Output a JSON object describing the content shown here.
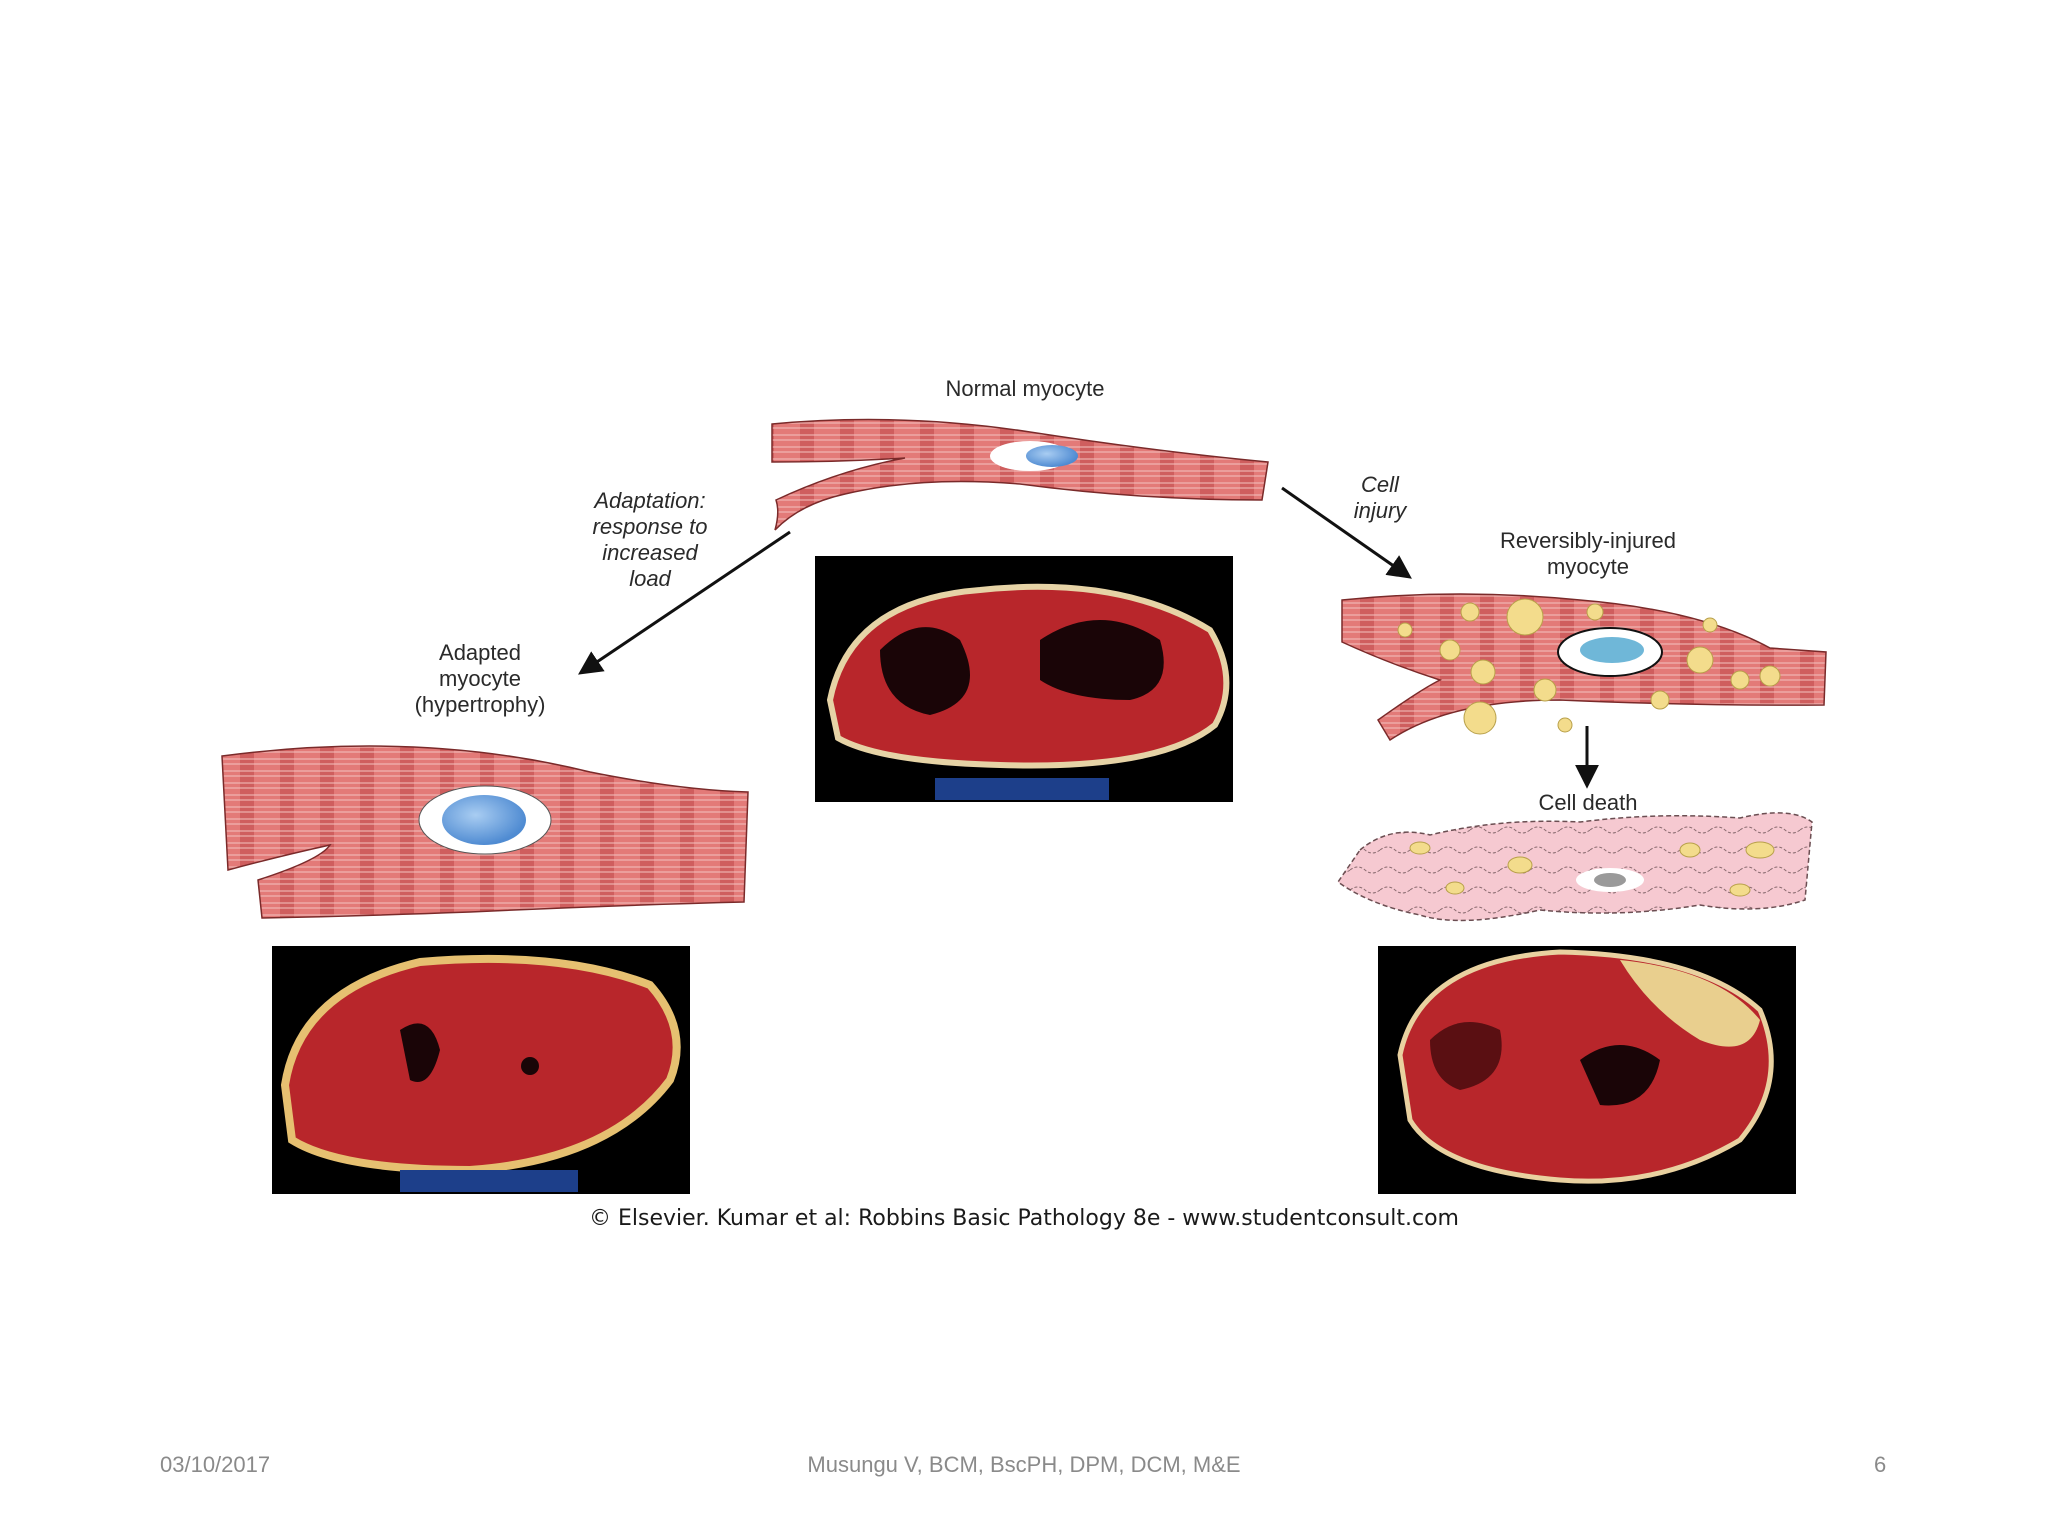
{
  "diagram": {
    "normal_label": "Normal myocyte",
    "adaptation_label": [
      "Adaptation:",
      "response to",
      "increased",
      "load"
    ],
    "injury_label": [
      "Cell",
      "injury"
    ],
    "adapted_label": [
      "Adapted",
      "myocyte",
      "(hypertrophy)"
    ],
    "reversible_label": [
      "Reversibly-injured",
      "myocyte"
    ],
    "death_label": "Cell death",
    "credit": "© Elsevier. Kumar et al: Robbins Basic Pathology 8e - www.studentconsult.com"
  },
  "footer": {
    "date": "03/10/2017",
    "author": "Musungu V, BCM, BscPH, DPM, DCM, M&E",
    "page": "6"
  },
  "colors": {
    "muscle": "#e07575",
    "muscle_stripe": "#c85a5a",
    "nucleus": "#6aa4e0",
    "fat_droplet": "#f3dc8c",
    "necrotic": "#f4c6cf",
    "heart_tissue": "#b8262b"
  }
}
